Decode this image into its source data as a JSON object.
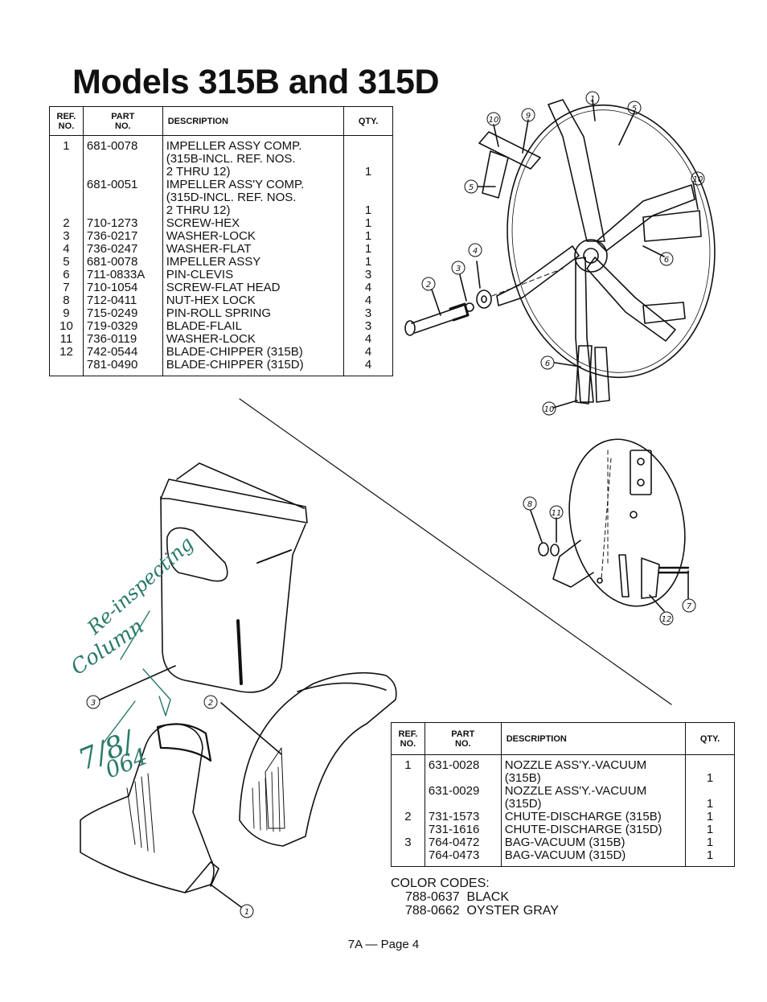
{
  "page": {
    "title": "Models 315B and 315D",
    "footer": "7A — Page 4"
  },
  "table1": {
    "headers": {
      "ref": "REF.\nNO.",
      "part": "PART\nNO.",
      "desc": "DESCRIPTION",
      "qty": "QTY."
    },
    "rows": [
      {
        "ref": "1",
        "part": "681-0078",
        "desc": [
          "IMPELLER ASSY COMP.",
          "(315B-INCL. REF. NOS.",
          "2 THRU 12)"
        ],
        "qty": [
          "",
          "",
          "1"
        ]
      },
      {
        "ref": "",
        "part": "681-0051",
        "desc": [
          "IMPELLER ASS'Y COMP.",
          "(315D-INCL. REF. NOS.",
          "2 THRU 12)"
        ],
        "qty": [
          "",
          "",
          "1"
        ]
      },
      {
        "ref": "2",
        "part": "710-1273",
        "desc": [
          "SCREW-HEX"
        ],
        "qty": [
          "1"
        ]
      },
      {
        "ref": "3",
        "part": "736-0217",
        "desc": [
          "WASHER-LOCK"
        ],
        "qty": [
          "1"
        ]
      },
      {
        "ref": "4",
        "part": "736-0247",
        "desc": [
          "WASHER-FLAT"
        ],
        "qty": [
          "1"
        ]
      },
      {
        "ref": "5",
        "part": "681-0078",
        "desc": [
          "IMPELLER ASSY"
        ],
        "qty": [
          "1"
        ]
      },
      {
        "ref": "6",
        "part": "711-0833A",
        "desc": [
          "PIN-CLEVIS"
        ],
        "qty": [
          "3"
        ]
      },
      {
        "ref": "7",
        "part": "710-1054",
        "desc": [
          "SCREW-FLAT HEAD"
        ],
        "qty": [
          "4"
        ]
      },
      {
        "ref": "8",
        "part": "712-0411",
        "desc": [
          "NUT-HEX LOCK"
        ],
        "qty": [
          "4"
        ]
      },
      {
        "ref": "9",
        "part": "715-0249",
        "desc": [
          "PIN-ROLL SPRING"
        ],
        "qty": [
          "3"
        ]
      },
      {
        "ref": "10",
        "part": "719-0329",
        "desc": [
          "BLADE-FLAIL"
        ],
        "qty": [
          "3"
        ]
      },
      {
        "ref": "11",
        "part": "736-0119",
        "desc": [
          "WASHER-LOCK"
        ],
        "qty": [
          "4"
        ]
      },
      {
        "ref": "12",
        "part": "742-0544",
        "desc": [
          "BLADE-CHIPPER (315B)"
        ],
        "qty": [
          "4"
        ]
      },
      {
        "ref": "",
        "part": "781-0490",
        "desc": [
          "BLADE-CHIPPER (315D)"
        ],
        "qty": [
          "4"
        ]
      }
    ]
  },
  "table2": {
    "headers": {
      "ref": "REF.\nNO.",
      "part": "PART\nNO.",
      "desc": "DESCRIPTION",
      "qty": "QTY."
    },
    "rows": [
      {
        "ref": "1",
        "part": "631-0028",
        "desc": [
          "NOZZLE ASS'Y.-VACUUM",
          "(315B)"
        ],
        "qty": [
          "",
          "1"
        ]
      },
      {
        "ref": "",
        "part": "631-0029",
        "desc": [
          "NOZZLE ASS'Y.-VACUUM",
          "(315D)"
        ],
        "qty": [
          "",
          "1"
        ]
      },
      {
        "ref": "2",
        "part": "731-1573",
        "desc": [
          "CHUTE-DISCHARGE (315B)"
        ],
        "qty": [
          "1"
        ]
      },
      {
        "ref": "",
        "part": "731-1616",
        "desc": [
          "CHUTE-DISCHARGE (315D)"
        ],
        "qty": [
          "1"
        ]
      },
      {
        "ref": "3",
        "part": "764-0472",
        "desc": [
          "BAG-VACUUM (315B)"
        ],
        "qty": [
          "1"
        ]
      },
      {
        "ref": "",
        "part": "764-0473",
        "desc": [
          "BAG-VACUUM (315D)"
        ],
        "qty": [
          "1"
        ]
      }
    ]
  },
  "color_codes": {
    "heading": "COLOR CODES:",
    "items": [
      {
        "code": "788-0637",
        "color": "BLACK"
      },
      {
        "code": "788-0662",
        "color": "OYSTER GRAY"
      }
    ]
  },
  "callouts": {
    "impeller": [
      "1",
      "5",
      "10",
      "9",
      "10",
      "5",
      "6",
      "4",
      "3",
      "2",
      "6",
      "10"
    ],
    "plate": [
      "8",
      "11",
      "7",
      "12"
    ],
    "vacuum": [
      "3",
      "2",
      "1"
    ]
  },
  "handwriting": {
    "note_1": "Re-inspecting",
    "note_2": "Column",
    "note_3": "7/8/",
    "note_4": "064"
  }
}
